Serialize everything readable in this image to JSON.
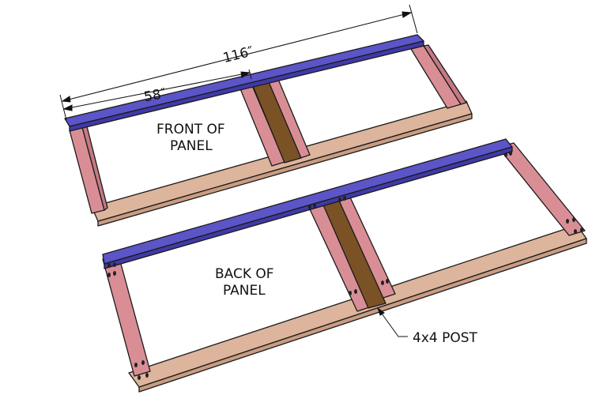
{
  "diagram": {
    "dimensions": {
      "overall": "116″",
      "half": "58″"
    },
    "labels": {
      "front_line1": "FRONT OF",
      "front_line2": "PANEL",
      "back_line1": "BACK OF",
      "back_line2": "PANEL",
      "post": "4x4 POST"
    },
    "colors": {
      "top_rail": "#5b55c8",
      "end_stud": "#d98e96",
      "bottom_plate": "#ddb49c",
      "post": "#7a5226",
      "background": "#ffffff"
    }
  }
}
